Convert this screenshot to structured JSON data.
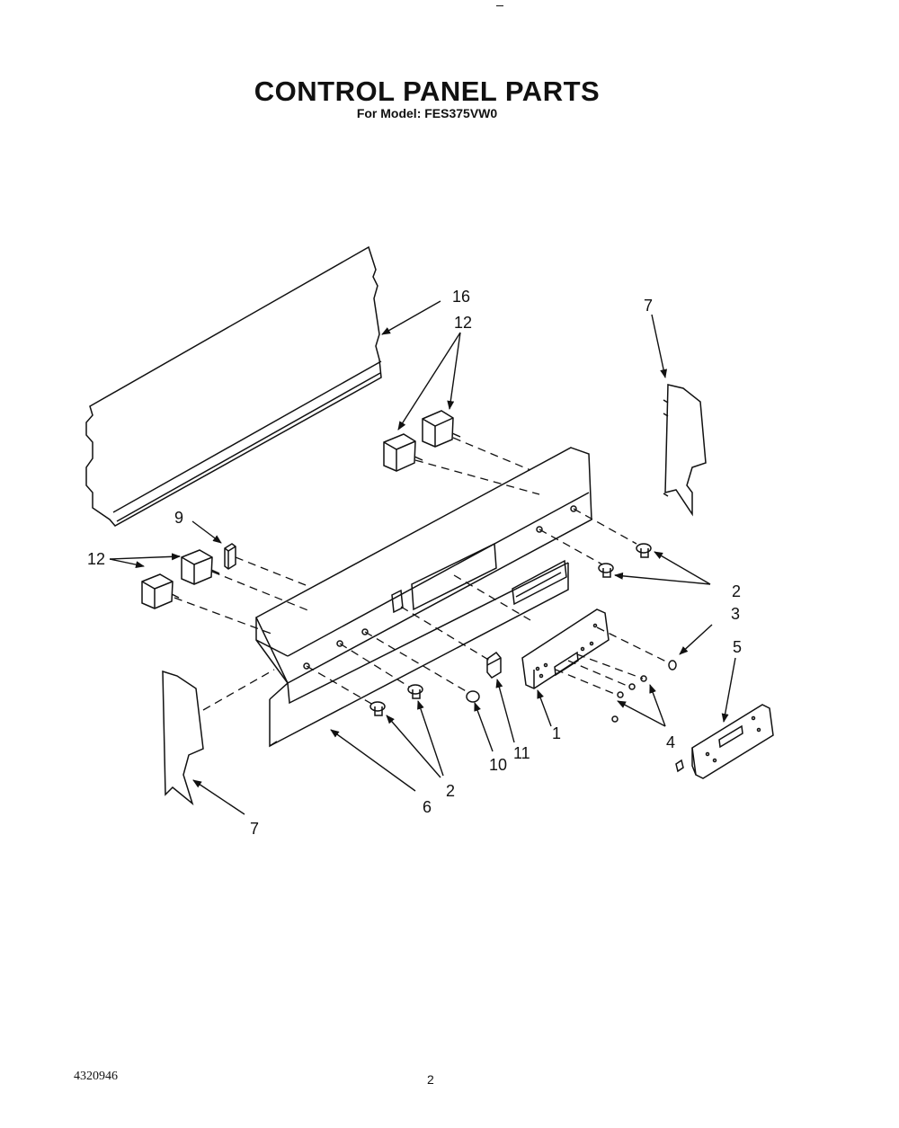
{
  "header": {
    "title": "CONTROL PANEL PARTS",
    "subtitle": "For Model: FES375VW0"
  },
  "footer": {
    "doc_number": "4320946",
    "page_number": "2"
  },
  "callouts": {
    "c16": "16",
    "c12_top": "12",
    "c7_top": "7",
    "c9": "9",
    "c12_left": "12",
    "c2_right": "2",
    "c3": "3",
    "c5": "5",
    "c1": "1",
    "c4": "4",
    "c11": "11",
    "c10": "10",
    "c2_bottom": "2",
    "c6": "6",
    "c7_bottom": "7"
  }
}
